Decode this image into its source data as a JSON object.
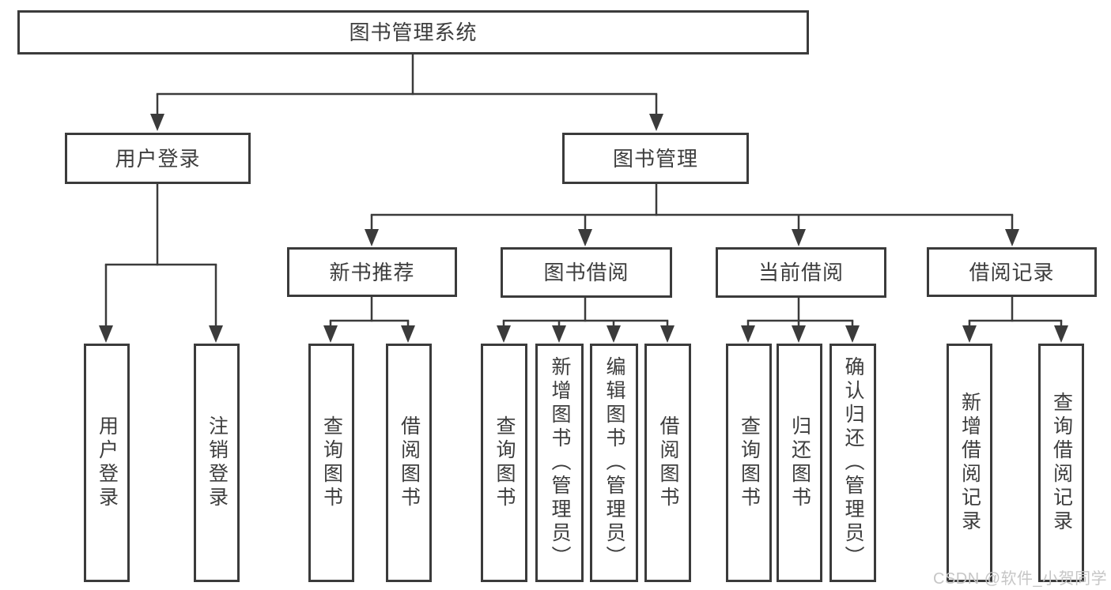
{
  "tree": {
    "root": {
      "label": "图书管理系统"
    },
    "level2": [
      {
        "label": "用户登录",
        "children": [
          "用户登录",
          "注销登录"
        ]
      },
      {
        "label": "图书管理"
      }
    ],
    "level3": [
      {
        "label": "新书推荐",
        "children": [
          "查询图书",
          "借阅图书"
        ]
      },
      {
        "label": "图书借阅",
        "children": [
          "查询图书",
          "新增图书（管理员）",
          "编辑图书（管理员）",
          "借阅图书"
        ]
      },
      {
        "label": "当前借阅",
        "children": [
          "查询图书",
          "归还图书",
          "确认归还（管理员）"
        ]
      },
      {
        "label": "借阅记录",
        "children": [
          "新增借阅记录",
          "查询借阅记录"
        ]
      }
    ]
  },
  "watermark": {
    "text": "CSDN @软件_小贺同学",
    "color": "#c6c6c6"
  },
  "colors": {
    "line": "#3b3b3b",
    "border": "#3b3b3b",
    "text": "#3d3d3d",
    "box_background": "#ffffff",
    "page_background": "#ffffff"
  }
}
